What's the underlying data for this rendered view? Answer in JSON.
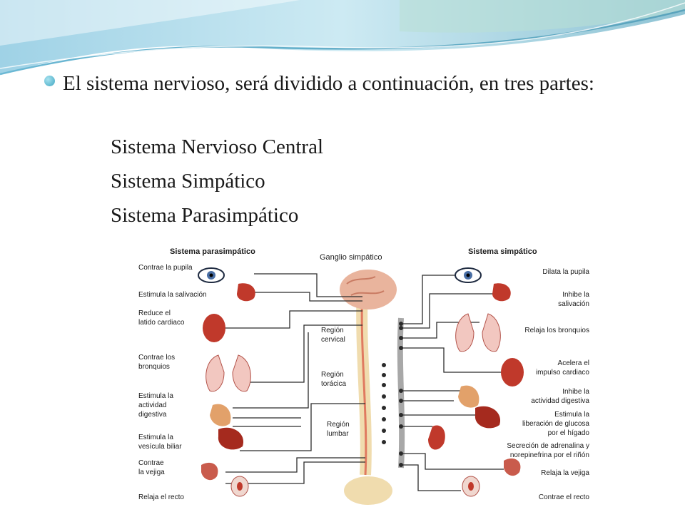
{
  "slide": {
    "bullet": "El sistema nervioso, será dividido a continuación, en tres partes:",
    "parts": [
      "Sistema Nervioso Central",
      "Sistema Simpático",
      "Sistema Parasimpático"
    ]
  },
  "figure": {
    "titles": {
      "left": "Sistema parasimpático",
      "center": "Ganglio simpático",
      "right": "Sistema simpático"
    },
    "regions": [
      "Región cervical",
      "Región torácica",
      "Región lumbar"
    ],
    "left_labels": [
      "Contrae la pupila",
      "Estimula la salivación",
      "Reduce el latido cardiaco",
      "Contrae los bronquios",
      "Estimula la actividad digestiva",
      "Estimula la vesícula biliar",
      "Contrae la vejiga",
      "Relaja el recto"
    ],
    "right_labels": [
      "Dilata la pupila",
      "Inhibe la salivación",
      "Relaja los bronquios",
      "Acelera el impulso cardiaco",
      "Inhibe la actividad digestiva",
      "Estimula la liberación de glucosa por el hígado",
      "Secreción de adrenalina y norepinefrina por el riñón",
      "Relaja la vejiga",
      "Contrae el recto"
    ],
    "colors": {
      "organ": "#c0392b",
      "spine": "#f0dcae",
      "ganglia": "#a8a8a8",
      "nerve": "#2b2b2b",
      "accent": "#4aa9c6"
    }
  }
}
